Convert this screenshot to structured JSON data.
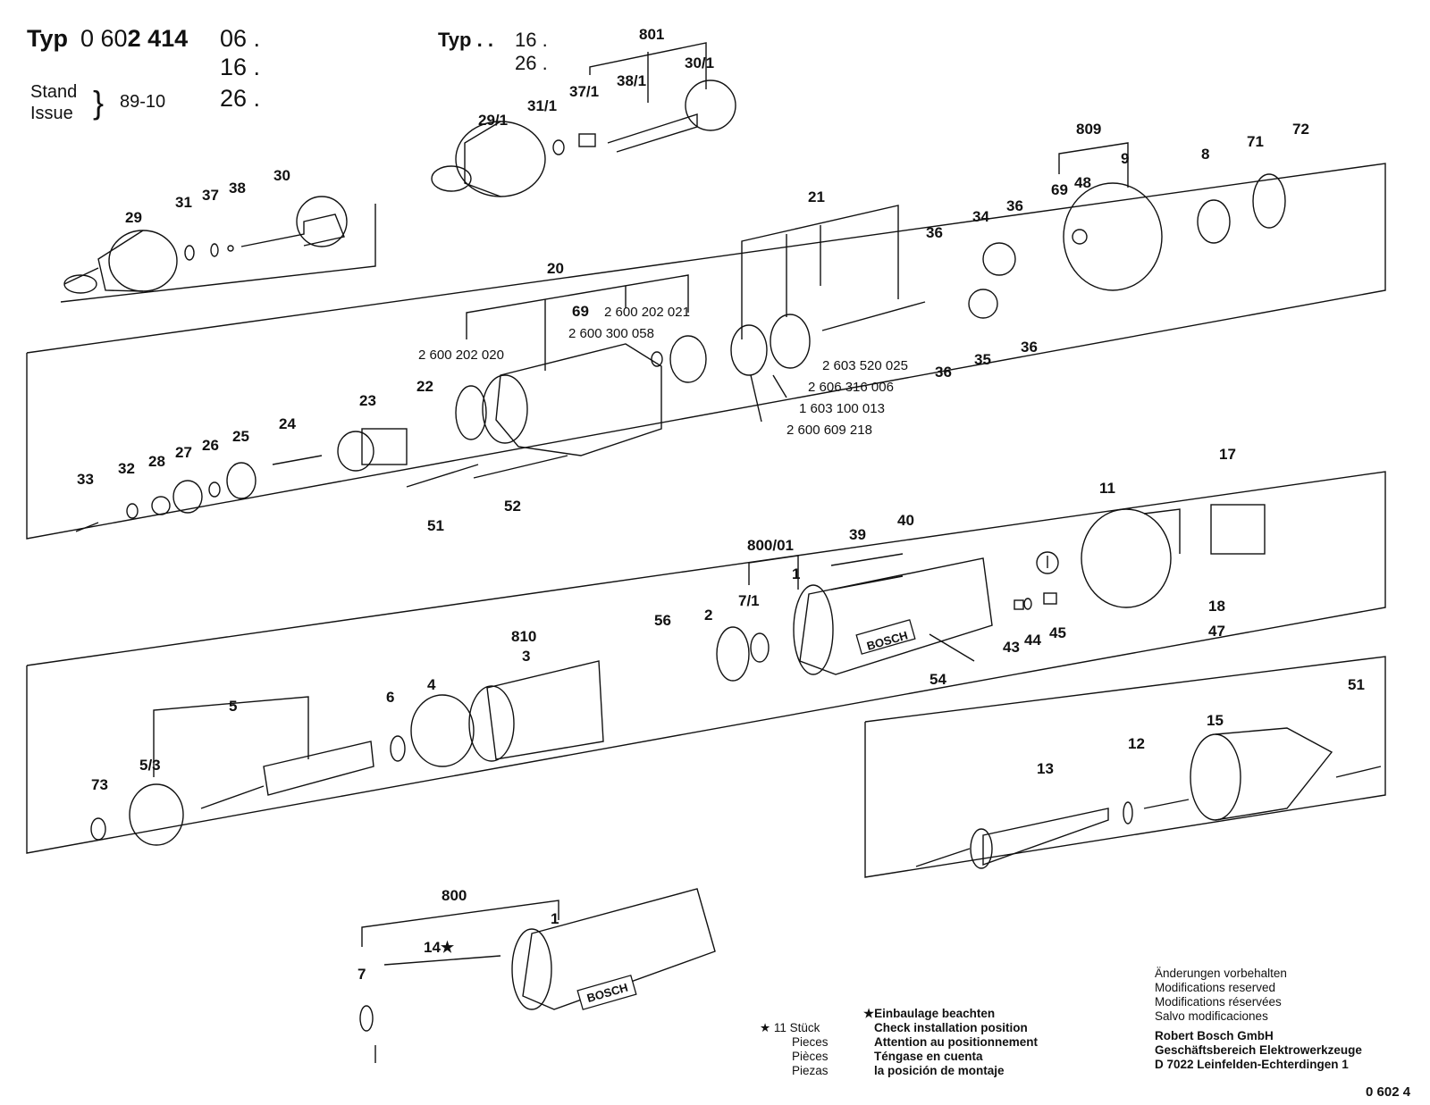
{
  "header": {
    "typ_label": "Typ",
    "typ_number_plain": "0 60",
    "typ_number_bold": "2 414",
    "variants": [
      "06 .",
      "16 .",
      "26 ."
    ],
    "stand_label": "Stand",
    "issue_label": "Issue",
    "date": "89-10",
    "typ2_label": "Typ . .",
    "typ2_variants": [
      "16 .",
      "26 ."
    ]
  },
  "callouts": {
    "801": "801",
    "38_1": "38/1",
    "30_1": "30/1",
    "37_1": "37/1",
    "31_1": "31/1",
    "29_1": "29/1",
    "29": "29",
    "31": "31",
    "37": "37",
    "38": "38",
    "30": "30",
    "20": "20",
    "69a": "69",
    "21": "21",
    "809": "809",
    "9": "9",
    "8": "8",
    "71": "71",
    "72": "72",
    "69b": "69",
    "48": "48",
    "36a": "36",
    "34": "34",
    "36b": "36",
    "36c": "36",
    "35": "35",
    "36d": "36",
    "22": "22",
    "23": "23",
    "24": "24",
    "25": "25",
    "26": "26",
    "27": "27",
    "28": "28",
    "32": "32",
    "33": "33",
    "51a": "51",
    "52": "52",
    "800_01": "800/01",
    "39": "39",
    "40": "40",
    "1a": "1",
    "7_1": "7/1",
    "2": "2",
    "56": "56",
    "810": "810",
    "3": "3",
    "11": "11",
    "17": "17",
    "18": "18",
    "47": "47",
    "43": "43",
    "44": "44",
    "45": "45",
    "54": "54",
    "5": "5",
    "5_3": "5/3",
    "6": "6",
    "4": "4",
    "73": "73",
    "51b": "51",
    "15": "15",
    "12": "12",
    "13": "13",
    "800": "800",
    "14": "14★",
    "7": "7",
    "1b": "1"
  },
  "part_numbers": {
    "p1": "2 600 202 021",
    "p2": "2 600 300 058",
    "p3": "2 600 202 020",
    "p4": "2 603 520 025",
    "p5": "2 606 316 006",
    "p6": "1 603 100 013",
    "p7": "2 600 609 218"
  },
  "brand_label": "BOSCH",
  "notes": {
    "pieces_qty": "★ 11 Stück",
    "pieces_lines": [
      "Pieces",
      "Pièces",
      "Piezas"
    ],
    "install_lines": [
      "★Einbaulage beachten",
      "Check installation position",
      "Attention au positionnement",
      "Téngase en cuenta",
      "la posición de montaje"
    ],
    "modifications": [
      "Änderungen vorbehalten",
      "Modifications reserved",
      "Modifications réservées",
      "Salvo modificaciones"
    ],
    "company": [
      "Robert Bosch GmbH",
      "Geschäftsbereich Elektrowerkzeuge",
      "D 7022 Leinfelden-Echterdingen 1"
    ],
    "footer_code": "0 602 4"
  }
}
